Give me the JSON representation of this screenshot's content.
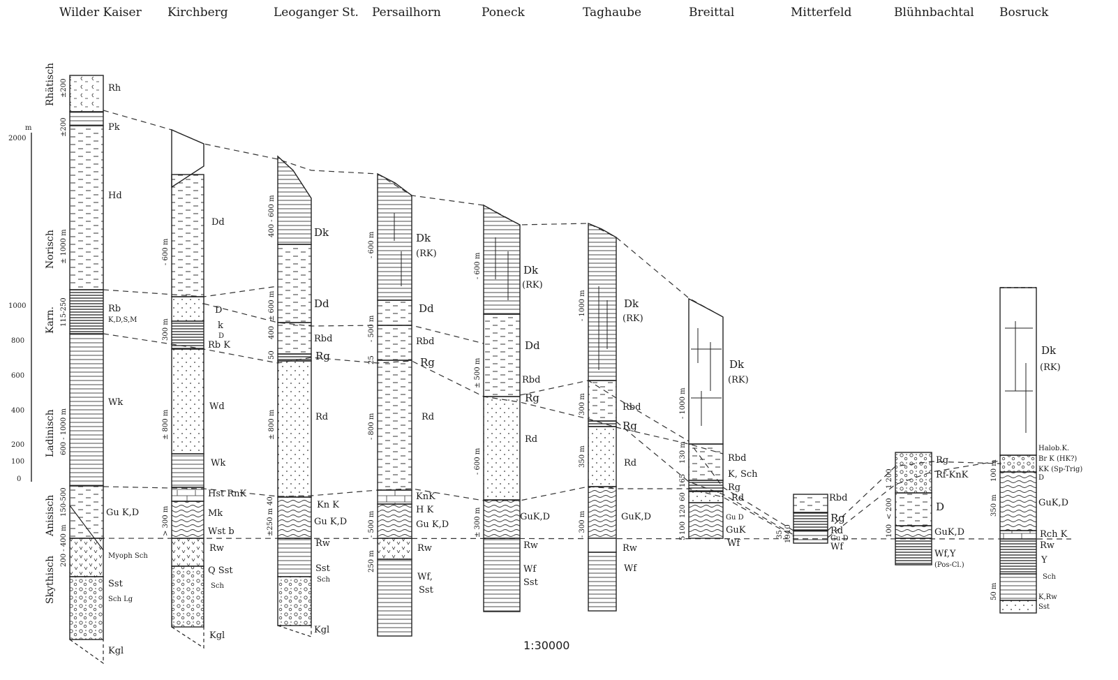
{
  "columns": [
    {
      "id": "wilder-kaiser",
      "title": "Wilder Kaiser",
      "labels": [
        "Rh",
        "Pk",
        "Hd",
        "Rb",
        "K,D,S,M",
        "Wk",
        "Gu K,D",
        "Myoph Sch",
        "Sst",
        "Sch Lg",
        "Kgl"
      ],
      "thickness": [
        "±200",
        "±200",
        "± 1000 m",
        "115-250",
        "600 - 1000 m",
        "150-500",
        "200 - 400 m"
      ]
    },
    {
      "id": "kirchberg",
      "title": "Kirchberg",
      "labels": [
        "Dd",
        "D",
        "k",
        "D",
        "Rb K",
        "Wd",
        "Wk",
        "Hst RnK",
        "Mk",
        "Wst b",
        "Rw",
        "Q Sst",
        "Sch",
        "Kgl"
      ],
      "thickness": [
        "- 600 m",
        "300 m",
        "± 800 m",
        "> 300 m"
      ]
    },
    {
      "id": "leoganger",
      "title": "Leoganger St.",
      "labels": [
        "Dk",
        "Dd",
        "Rbd",
        "Rg",
        "Rd",
        "Kn K",
        "Gu K,D",
        "Rw",
        "Sst",
        "Sch",
        "Kgl"
      ],
      "thickness": [
        "400 - 600 m",
        "± 600 m",
        "400",
        "50",
        "± 800 m",
        "±250 m",
        "40"
      ]
    },
    {
      "id": "persailhorn",
      "title": "Persailhorn",
      "labels": [
        "Dk",
        "(RK)",
        "Dd",
        "Rbd",
        "Rg",
        "Rd",
        "KnK",
        "H K",
        "Gu K,D",
        "Rw",
        "Wf,",
        "Sst"
      ],
      "thickness": [
        "- 600 m",
        "- 500 m",
        "25",
        "- 800 m",
        "- 500 m",
        "250 m"
      ]
    },
    {
      "id": "poneck",
      "title": "Poneck",
      "labels": [
        "Dk",
        "(RK)",
        "Dd",
        "Rbd",
        "Rg",
        "Rd",
        "GuK,D",
        "Rw",
        "Wf",
        "Sst"
      ],
      "thickness": [
        "- 600 m",
        "± 500 m",
        "- 600 m",
        "± 300 m"
      ]
    },
    {
      "id": "taghaube",
      "title": "Taghaube",
      "labels": [
        "Dk",
        "(RK)",
        "Rbd",
        "Rg",
        "Rd",
        "GuK,D",
        "Rw",
        "Wf"
      ],
      "thickness": [
        "- 1000 m",
        "300 m",
        "350 m",
        "- 300 m"
      ]
    },
    {
      "id": "breittal",
      "title": "Breittal",
      "labels": [
        "Dk",
        "(RK)",
        "Rbd",
        "K, Sch",
        "Rg",
        "Rd",
        "Gu D",
        "GuK",
        "Wf"
      ],
      "thickness": [
        "- 1000 m",
        "130 m",
        "165",
        "60",
        "120",
        "100",
        "5"
      ]
    },
    {
      "id": "mitterfeld",
      "title": "Mitterfeld",
      "labels": [
        "Rbd",
        "Rg",
        "Rd",
        "Gu D",
        "Wf"
      ],
      "thickness": [
        "35",
        "10",
        "19"
      ]
    },
    {
      "id": "bluehnbachtal",
      "title": "Blühnbachtal",
      "labels": [
        "Rg",
        "Rf-KnK",
        "D",
        "GuK,D",
        "Wf,Y",
        "(Pos-Cl.)"
      ],
      "thickness": [
        "1 200",
        "< 200",
        "100"
      ]
    },
    {
      "id": "bosruck",
      "title": "Bosruck",
      "labels": [
        "Dk",
        "(RK)",
        "Halob.K.",
        "Br K (HK?)",
        "KK (Sp-Trig)",
        "D",
        "GuK,D",
        "Rch K",
        "Rw",
        "Y",
        "Sch",
        "K,Rw",
        "Sst"
      ],
      "thickness": [
        "100 m",
        "350 m",
        "50 m"
      ]
    }
  ],
  "stages": [
    "Rhätisch",
    "Norisch",
    "Karn.",
    "Ladinisch",
    "Anisisch",
    "Skythisch"
  ],
  "scale_bar": {
    "unit": "m",
    "ticks": [
      "2000",
      "1000",
      "800",
      "600",
      "400",
      "200",
      "100",
      "0"
    ]
  },
  "ratio": "1:30000"
}
